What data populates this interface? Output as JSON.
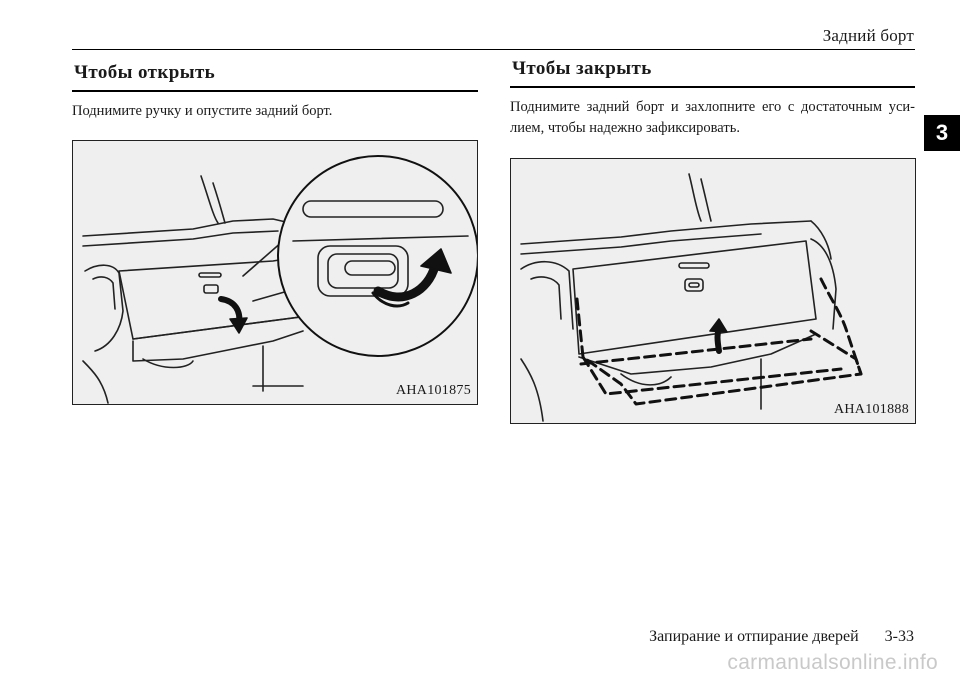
{
  "header": {
    "title": "Задний борт"
  },
  "chapter_tab": "3",
  "sections": [
    {
      "title": "Чтобы открыть",
      "text": "Поднимите ручку и опустите задний борт.",
      "figure_code": "AHA101875"
    },
    {
      "title": "Чтобы закрыть",
      "text": "Поднимите задний борт и захлопните его с достаточным уси-лием, чтобы надежно зафиксировать.",
      "figure_code": "AHA101888"
    }
  ],
  "footer": {
    "chapter": "Запирание и отпирание дверей",
    "page": "3-33"
  },
  "watermark": "carmanualsonline.info"
}
